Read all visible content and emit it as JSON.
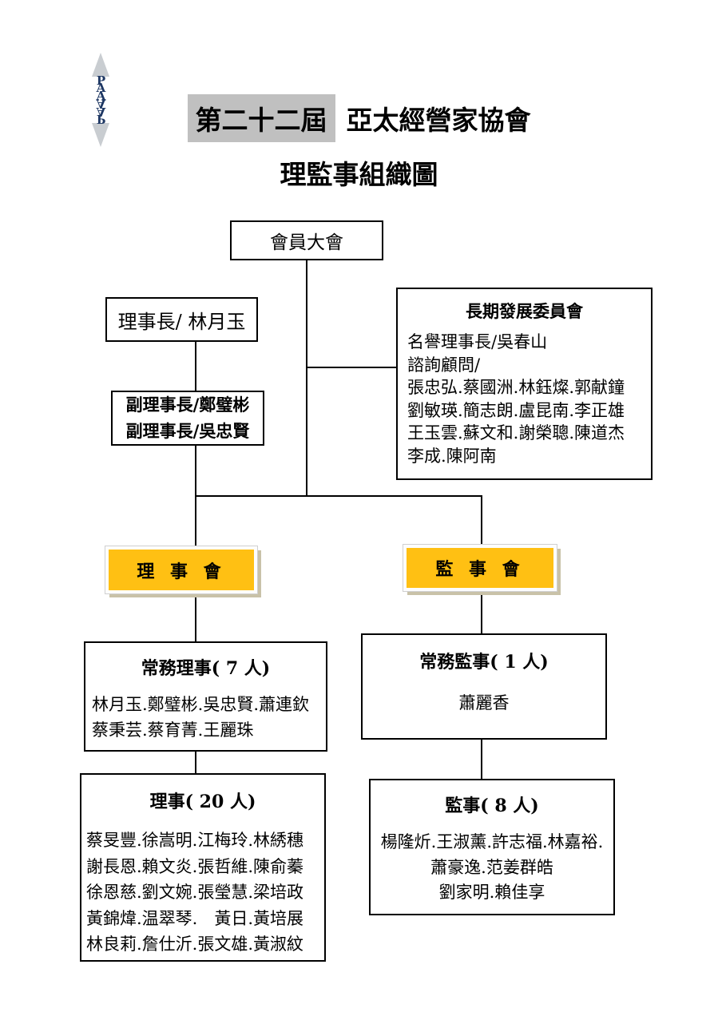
{
  "page": {
    "title_highlight": "第二十二屆",
    "title_rest": "亞太經營家協會",
    "subtitle": "理監事組織圖"
  },
  "logo": {
    "monogram": "APA"
  },
  "colors": {
    "title_highlight_bg": "#C0C0C0",
    "committee_bar_fill": "#FFC013",
    "committee_bar_shadow": "#C9C2A8",
    "logo_navy": "#1F3864",
    "logo_gray": "#C9CDD1"
  },
  "nodes": {
    "member_assembly": {
      "label": "會員大會"
    },
    "chairman": {
      "label": "理事長/ 林月玉"
    },
    "long_term_committee": {
      "title": "長期發展委員會",
      "lines": [
        "名譽理事長/吳春山",
        "諮詢顧問/",
        "張忠弘.蔡國洲.林鈺燦.郭献鐘",
        "劉敏瑛.簡志朗.盧昆南.李正雄",
        "王玉雲.蘇文和.謝榮聰.陳道杰",
        "李成.陳阿南"
      ]
    },
    "vice_chairmen": {
      "lines": [
        "副理事長/鄭璧彬",
        "副理事長/吳忠賢"
      ]
    },
    "board_of_directors": {
      "label": "理 事 會"
    },
    "board_of_supervisors": {
      "label": "監 事 會"
    },
    "standing_directors": {
      "title": "常務理事( 7 人)",
      "lines": [
        "林月玉.鄭璧彬.吳忠賢.蕭連欽",
        "蔡秉芸.蔡育菁.王麗珠"
      ]
    },
    "standing_supervisors": {
      "title": "常務監事( 1 人)",
      "lines": [
        "蕭麗香"
      ]
    },
    "directors": {
      "title": "理事( 20 人)",
      "lines": [
        "蔡旻豐.徐嵩明.江梅玲.林綉穗",
        "謝長恩.賴文炎.張哲維.陳俞蓁",
        "徐恩慈.劉文婉.張瑩慧.梁培政",
        "黃錦煒.温翠琴.　黃日.黃培展",
        "林良莉.詹仕沂.張文雄.黃淑紋"
      ]
    },
    "supervisors": {
      "title": "監事( 8 人)",
      "lines": [
        "楊隆炘.王淑薰.許志福.林嘉裕.",
        "蕭豪逸.范姜群皓",
        "劉家明.賴佳享"
      ]
    }
  }
}
